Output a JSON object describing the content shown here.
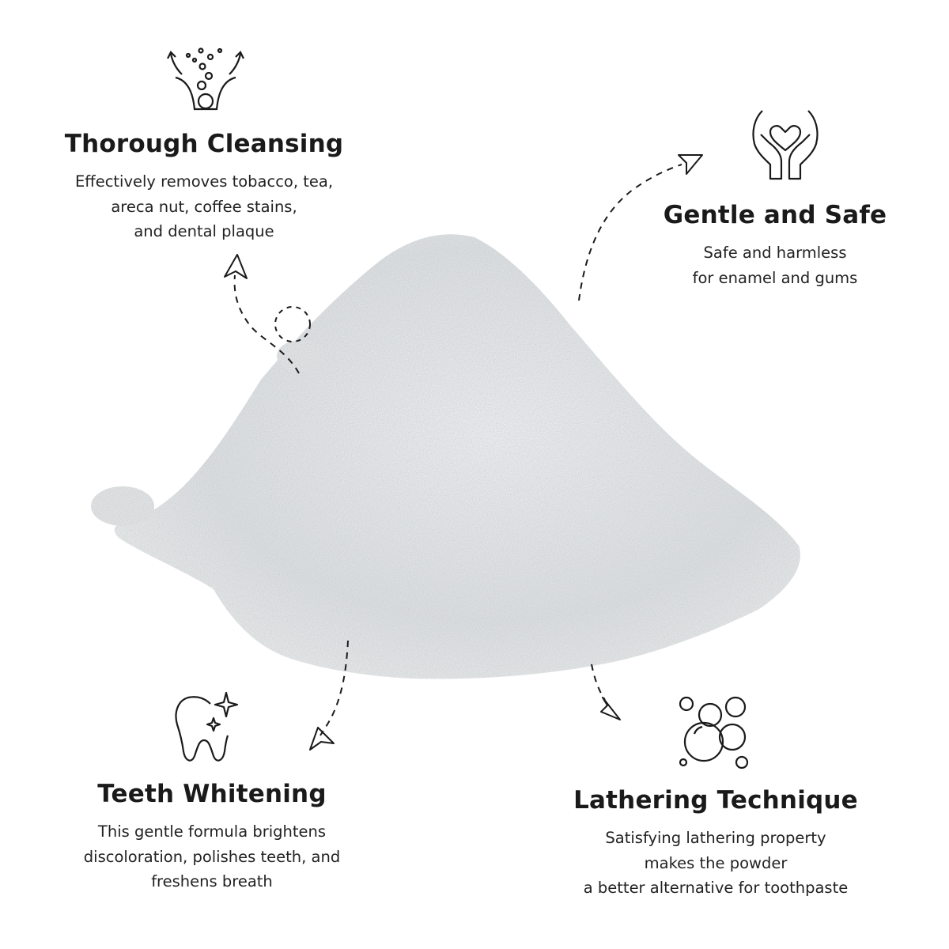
{
  "features": [
    {
      "id": "thorough-cleansing",
      "icon": "fizzing-bubbles-icon",
      "title": "Thorough Cleansing",
      "lines": [
        "Effectively removes tobacco, tea,",
        "areca nut, coffee stains,",
        "and dental plaque"
      ]
    },
    {
      "id": "gentle-and-safe",
      "icon": "hands-heart-icon",
      "title": "Gentle and Safe",
      "lines": [
        "Safe and harmless",
        "for enamel and gums"
      ]
    },
    {
      "id": "teeth-whitening",
      "icon": "sparkling-tooth-icon",
      "title": "Teeth Whitening",
      "lines": [
        "This gentle formula brightens",
        "discoloration, polishes teeth, and",
        "freshens breath"
      ]
    },
    {
      "id": "lathering-technique",
      "icon": "soap-bubbles-icon",
      "title": "Lathering Technique",
      "lines": [
        "Satisfying lathering property",
        "makes the powder",
        "a better alternative for toothpaste"
      ]
    }
  ],
  "colors": {
    "ink": "#1a1a1a",
    "powder": "#e4e6e7"
  }
}
